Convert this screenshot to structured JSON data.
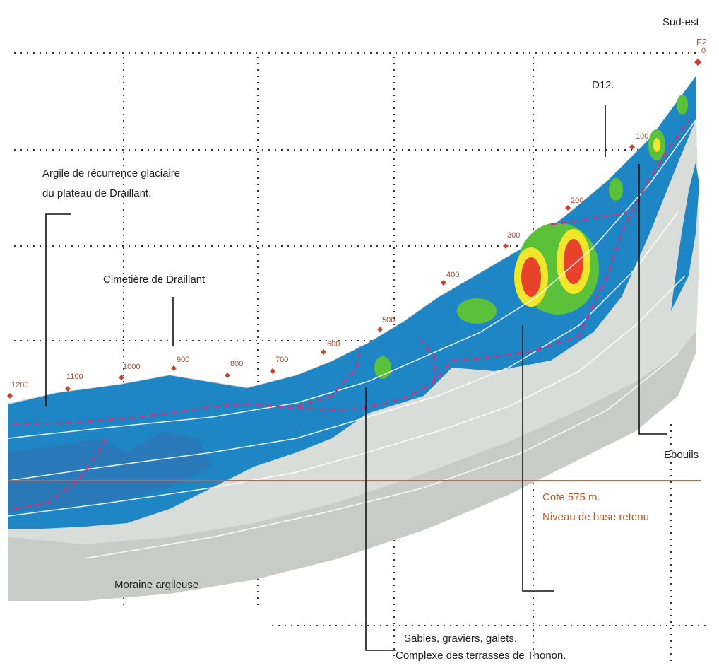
{
  "labels": {
    "direction": "Sud-est",
    "point": "F2",
    "point_zero": "0",
    "profile": "D12.",
    "argile_line1": "Argile de récurrence glaciaire",
    "argile_line2": "du plateau de Draillant.",
    "cimetiere": "Cimetière de Draillant",
    "eboulis": "Ebouils",
    "cote_line1": "Cote 575 m.",
    "cote_line2": "Niveau de base retenu",
    "moraine": "Moraine argileuse",
    "sables_line1": "Sables, graviers, galets.",
    "sables_line2": "Complexe des terrasses de Thonon."
  },
  "distance_markers": [
    {
      "label": "1200"
    },
    {
      "label": "1100"
    },
    {
      "label": "1000"
    },
    {
      "label": "900"
    },
    {
      "label": "800"
    },
    {
      "label": "700"
    },
    {
      "label": "600"
    },
    {
      "label": "500"
    },
    {
      "label": "400"
    },
    {
      "label": "300"
    },
    {
      "label": "200"
    },
    {
      "label": "100"
    }
  ],
  "colors": {
    "resistivity_low": "#1f86c6",
    "resistivity_mid": "#5cc13a",
    "resistivity_high": "#f2e62b",
    "resistivity_peak": "#e8432a",
    "substratum": "#d9ddd9",
    "boundary": "#b0408a",
    "base_level": "#d0603a"
  }
}
